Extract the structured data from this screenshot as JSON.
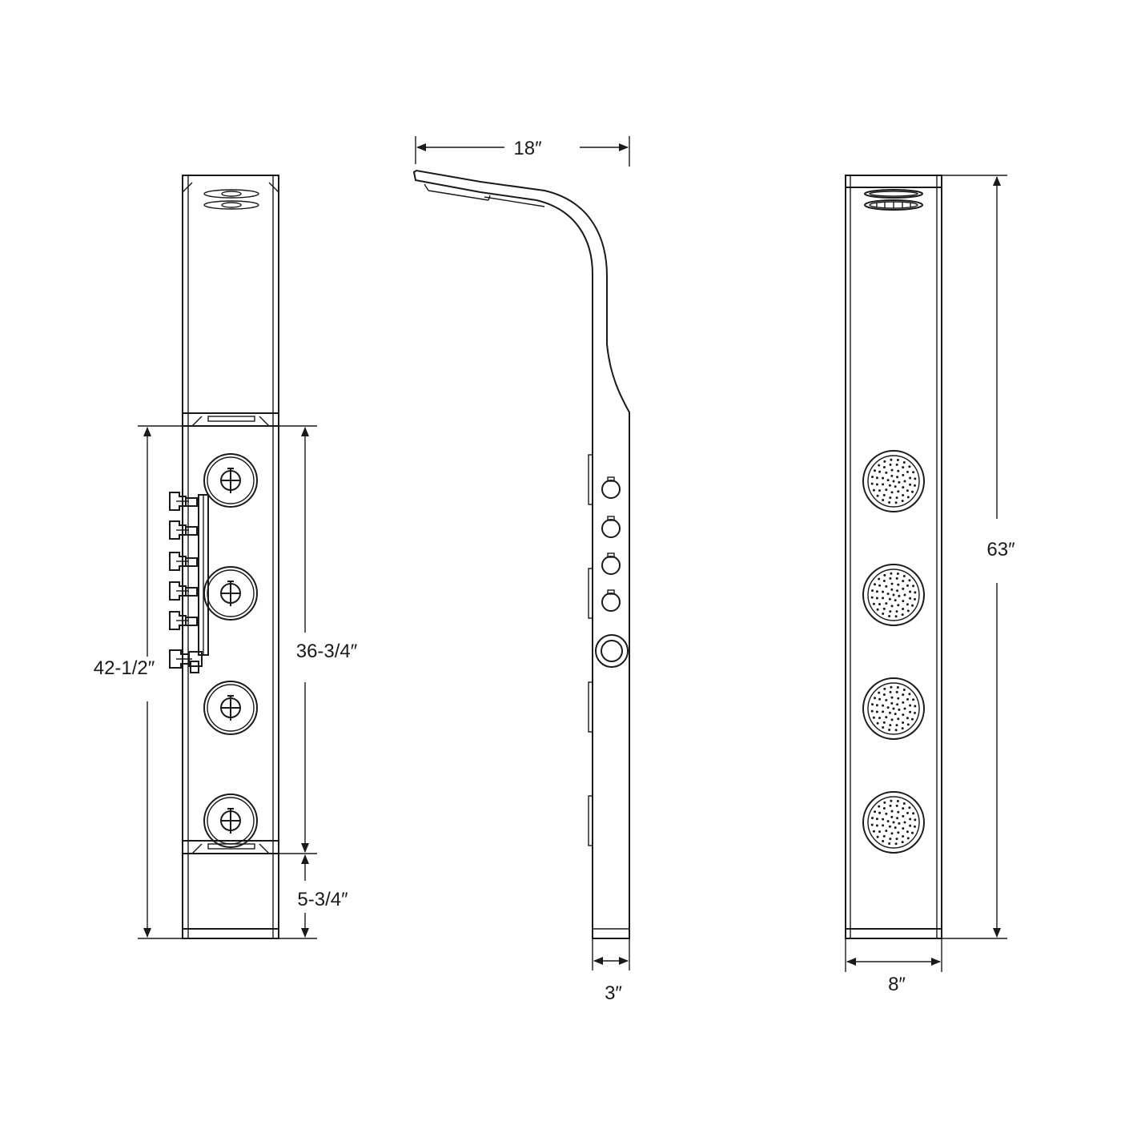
{
  "dimensions": {
    "top_width": "18″",
    "depth": "3″",
    "front_width": "8″",
    "total_height": "63″",
    "jet_span": "36-3/4″",
    "base_height": "5-3/4″",
    "valve_height": "42-1/2″"
  },
  "views": {
    "left": "side-with-valves",
    "middle": "profile",
    "right": "front"
  },
  "colors": {
    "line": "#1a1a1a",
    "background": "#ffffff"
  }
}
